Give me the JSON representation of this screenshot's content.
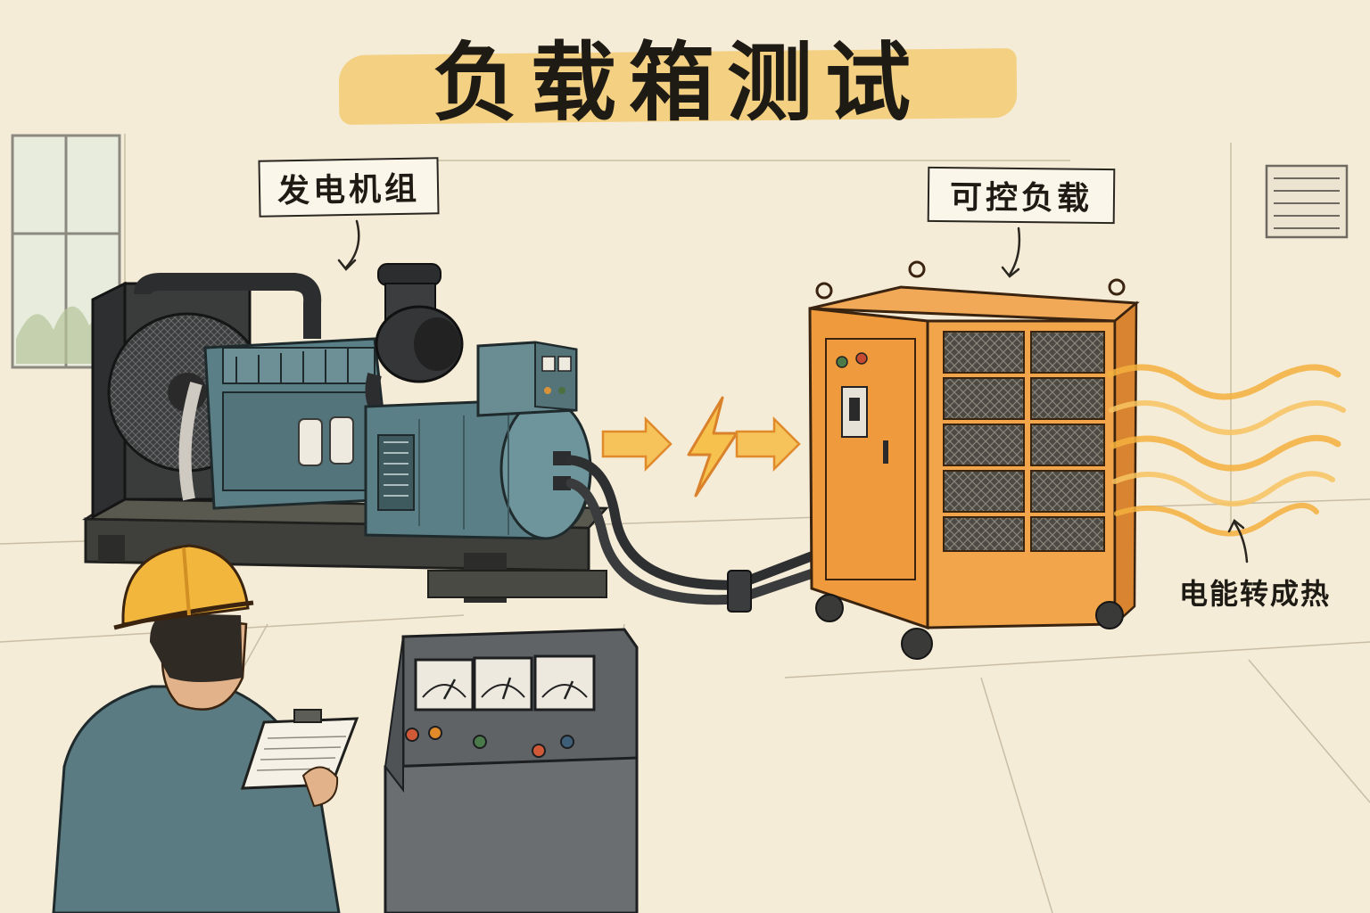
{
  "title": "负载箱测试",
  "labels": {
    "generator": "发电机组",
    "load": "可控负载",
    "heat_note": "电能转成热"
  },
  "colors": {
    "background": "#f5ecd8",
    "title_highlight": "#f3c766",
    "generator_body": "#5b7f86",
    "load_bank": "#ef9a3c",
    "power_arrow": "#f2a93b",
    "heat_waves": "#f4b13d",
    "helmet": "#f2b63c",
    "worker_shirt": "#5b7b82",
    "control_panel": "#5f6366"
  },
  "icons": [
    "lightning-icon",
    "arrow-right-icon",
    "heat-wave-icon",
    "gauge-icon"
  ]
}
